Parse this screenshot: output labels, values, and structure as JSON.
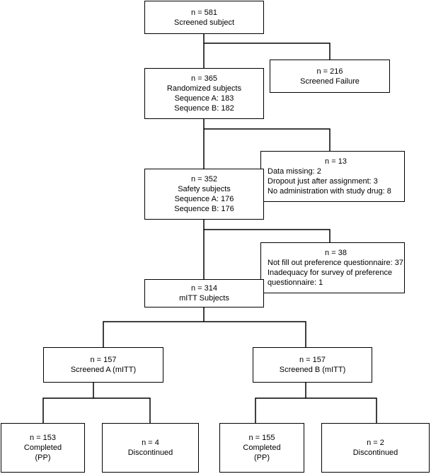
{
  "boxes": {
    "screened_subject": {
      "n": "n = 581",
      "lines": [
        "Screened subject"
      ]
    },
    "screened_failure": {
      "n": "n = 216",
      "lines": [
        "Screened Failure"
      ]
    },
    "randomized": {
      "n": "n = 365",
      "lines": [
        "Randomized subjects",
        "Sequence A: 183",
        "Sequence B: 182"
      ]
    },
    "excluded_13": {
      "n": "n = 13",
      "lines": [
        "Data missing: 2",
        "Dropout just after assignment: 3",
        "No administration with study drug: 8"
      ]
    },
    "safety": {
      "n": "n = 352",
      "lines": [
        "Safety subjects",
        "Sequence A: 176",
        "Sequence B: 176"
      ]
    },
    "excluded_38": {
      "n": "n = 38",
      "lines": [
        "Not fill out preference questionnaire: 37",
        "Inadequacy for survey of preference",
        "questionnaire: 1"
      ]
    },
    "mitt": {
      "n": "n = 314",
      "lines": [
        "mITT Subjects"
      ]
    },
    "screened_a": {
      "n": "n = 157",
      "lines": [
        "Screened A (mITT)"
      ]
    },
    "screened_b": {
      "n": "n = 157",
      "lines": [
        "Screened B (mITT)"
      ]
    },
    "completed_a": {
      "n": "n = 153",
      "lines": [
        "Completed",
        "(PP)"
      ]
    },
    "discontinued_a": {
      "n": "n = 4",
      "lines": [
        "Discontinued"
      ]
    },
    "completed_b": {
      "n": "n = 155",
      "lines": [
        "Completed",
        "(PP)"
      ]
    },
    "discontinued_b": {
      "n": "n = 2",
      "lines": [
        "Discontinued"
      ]
    }
  }
}
